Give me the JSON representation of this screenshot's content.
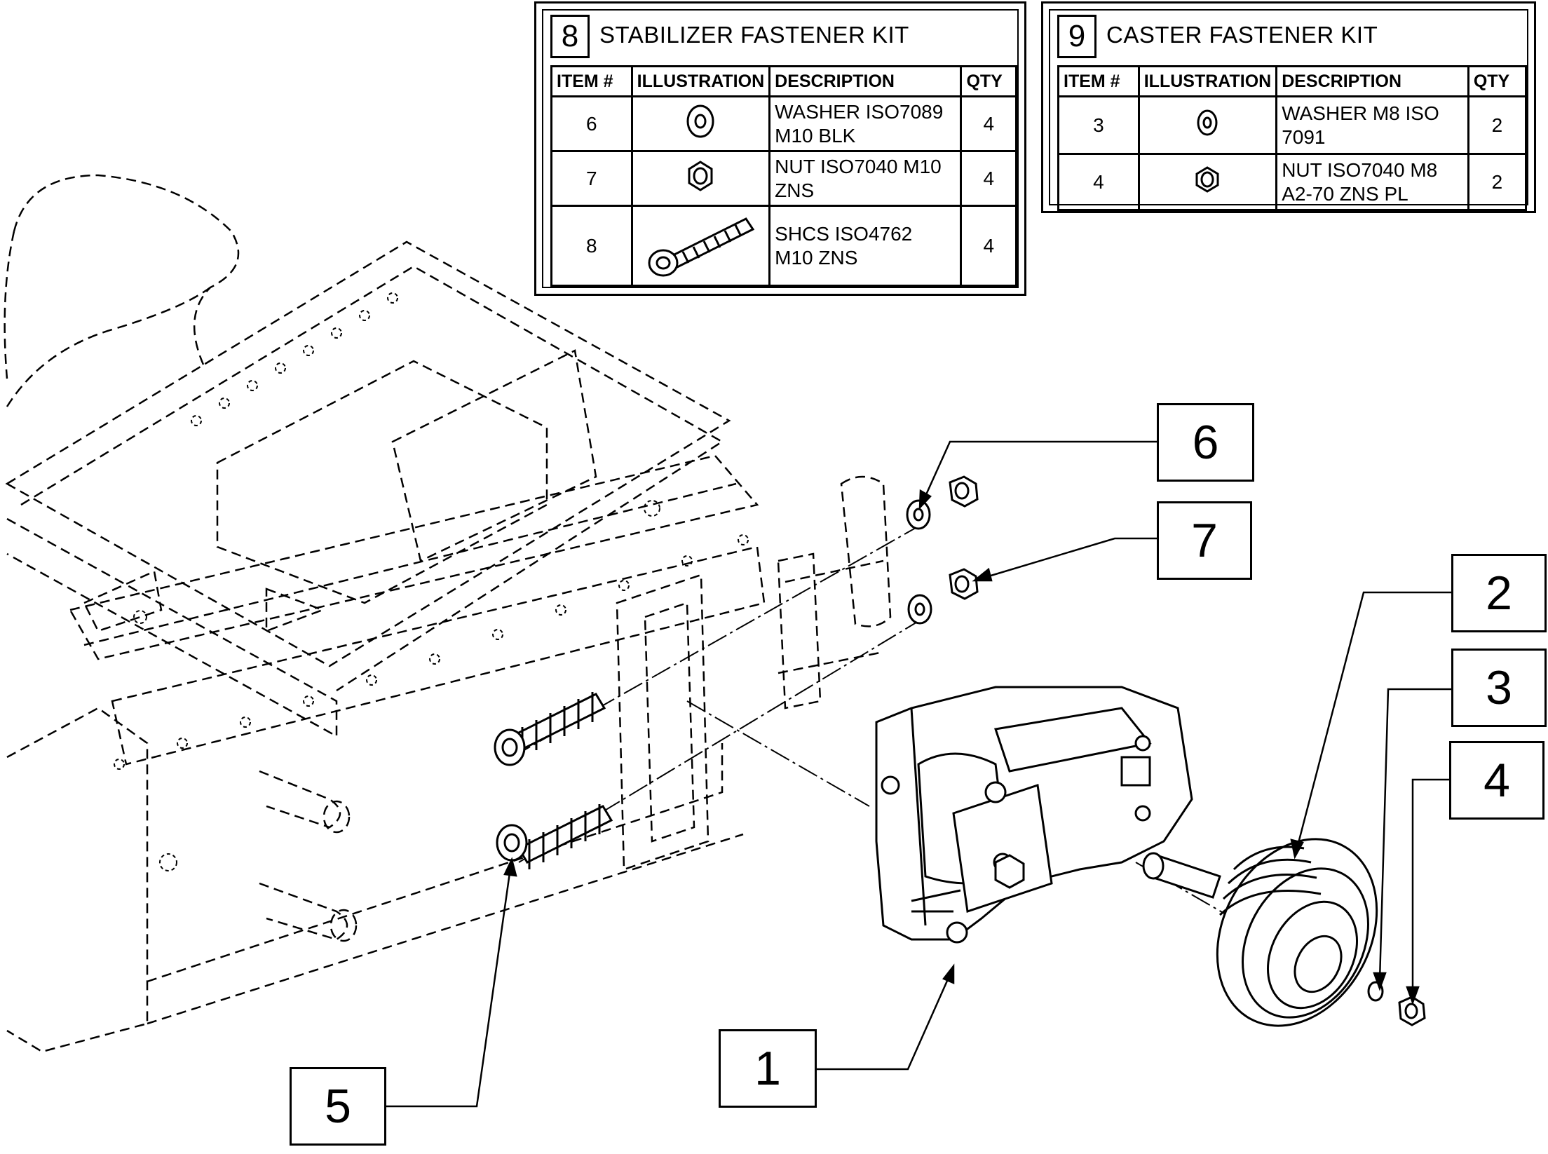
{
  "kits": [
    {
      "number": "8",
      "title": "STABILIZER FASTENER KIT",
      "headers": [
        "ITEM #",
        "ILLUSTRATION",
        "DESCRIPTION",
        "QTY"
      ],
      "rows": [
        {
          "item": "6",
          "icon": "washer-icon",
          "desc1": "WASHER ISO7089",
          "desc2": "M10 BLK",
          "qty": "4"
        },
        {
          "item": "7",
          "icon": "nut-icon",
          "desc1": "NUT ISO7040 M10",
          "desc2": "ZNS",
          "qty": "4"
        },
        {
          "item": "8",
          "icon": "screw-icon",
          "desc1": "SHCS ISO4762",
          "desc2": "M10 ZNS",
          "qty": "4"
        }
      ]
    },
    {
      "number": "9",
      "title": "CASTER FASTENER KIT",
      "headers": [
        "ITEM #",
        "ILLUSTRATION",
        "DESCRIPTION",
        "QTY"
      ],
      "rows": [
        {
          "item": "3",
          "icon": "washer-icon",
          "desc1": "WASHER M8 ISO",
          "desc2": "7091",
          "qty": "2"
        },
        {
          "item": "4",
          "icon": "lock-nut-icon",
          "desc1": "NUT ISO7040 M8",
          "desc2": "A2-70 ZNS PL",
          "qty": "2"
        }
      ]
    }
  ],
  "callouts": [
    "1",
    "2",
    "3",
    "4",
    "5",
    "6",
    "7"
  ],
  "colors": {
    "line": "#000000",
    "background": "#ffffff"
  }
}
